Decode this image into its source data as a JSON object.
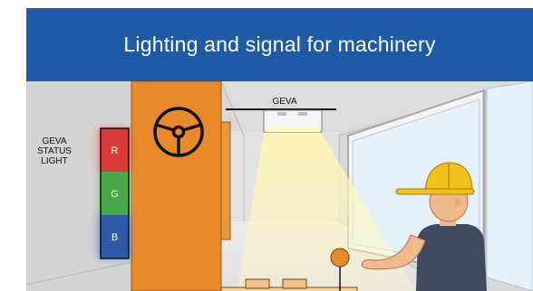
{
  "header": {
    "title": "Lighting and signal for machinery"
  },
  "colors": {
    "header_bg": "#1f5aa6",
    "machine_orange": "#e8892a",
    "light_red": "#d93a3a",
    "light_green": "#4aa84a",
    "light_blue": "#2f5aa8",
    "helmet_yellow": "#f2c21b"
  },
  "lamp": {
    "label": "GEVA"
  },
  "status_light": {
    "label_line1": "GEVA",
    "label_line2": "STATUS",
    "label_line3": "LIGHT",
    "segments": [
      "R",
      "G",
      "B"
    ]
  },
  "icons": {
    "wheel": "steering-wheel-icon",
    "worker": "worker-with-hardhat",
    "lever": "control-lever"
  }
}
